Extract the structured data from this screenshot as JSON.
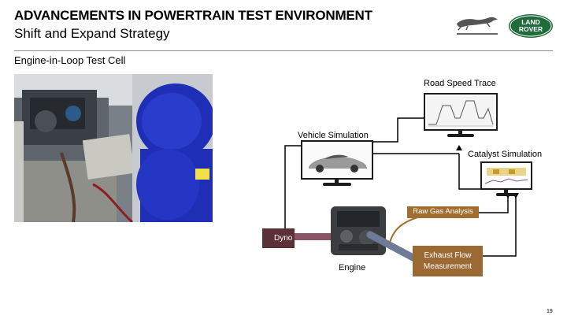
{
  "header": {
    "title": "ADVANCEMENTS IN POWERTRAIN TEST ENVIRONMENT",
    "subtitle": "Shift and Expand Strategy"
  },
  "logos": {
    "jaguar": {
      "icon": "jaguar-leaper-logo"
    },
    "land_rover": {
      "text": "LAND ROVER",
      "color": "#1f6b3a"
    }
  },
  "section": {
    "title": "Engine-in-Loop Test Cell"
  },
  "diagram": {
    "road_speed_trace": "Road Speed Trace",
    "vehicle_simulation": "Vehicle Simulation",
    "catalyst_simulation": "Catalyst Simulation",
    "raw_gas_analysis": "Raw Gas Analysis",
    "dyno": "Dyno",
    "exhaust_flow": "Exhaust Flow Measurement",
    "engine": "Engine",
    "colors": {
      "dyno": "#5b3037",
      "gas": "#a26e2f",
      "exhaust_pipe": "#6f7a96",
      "dyno_shaft": "#8a5566"
    }
  },
  "footer": {
    "page_number": "19"
  }
}
